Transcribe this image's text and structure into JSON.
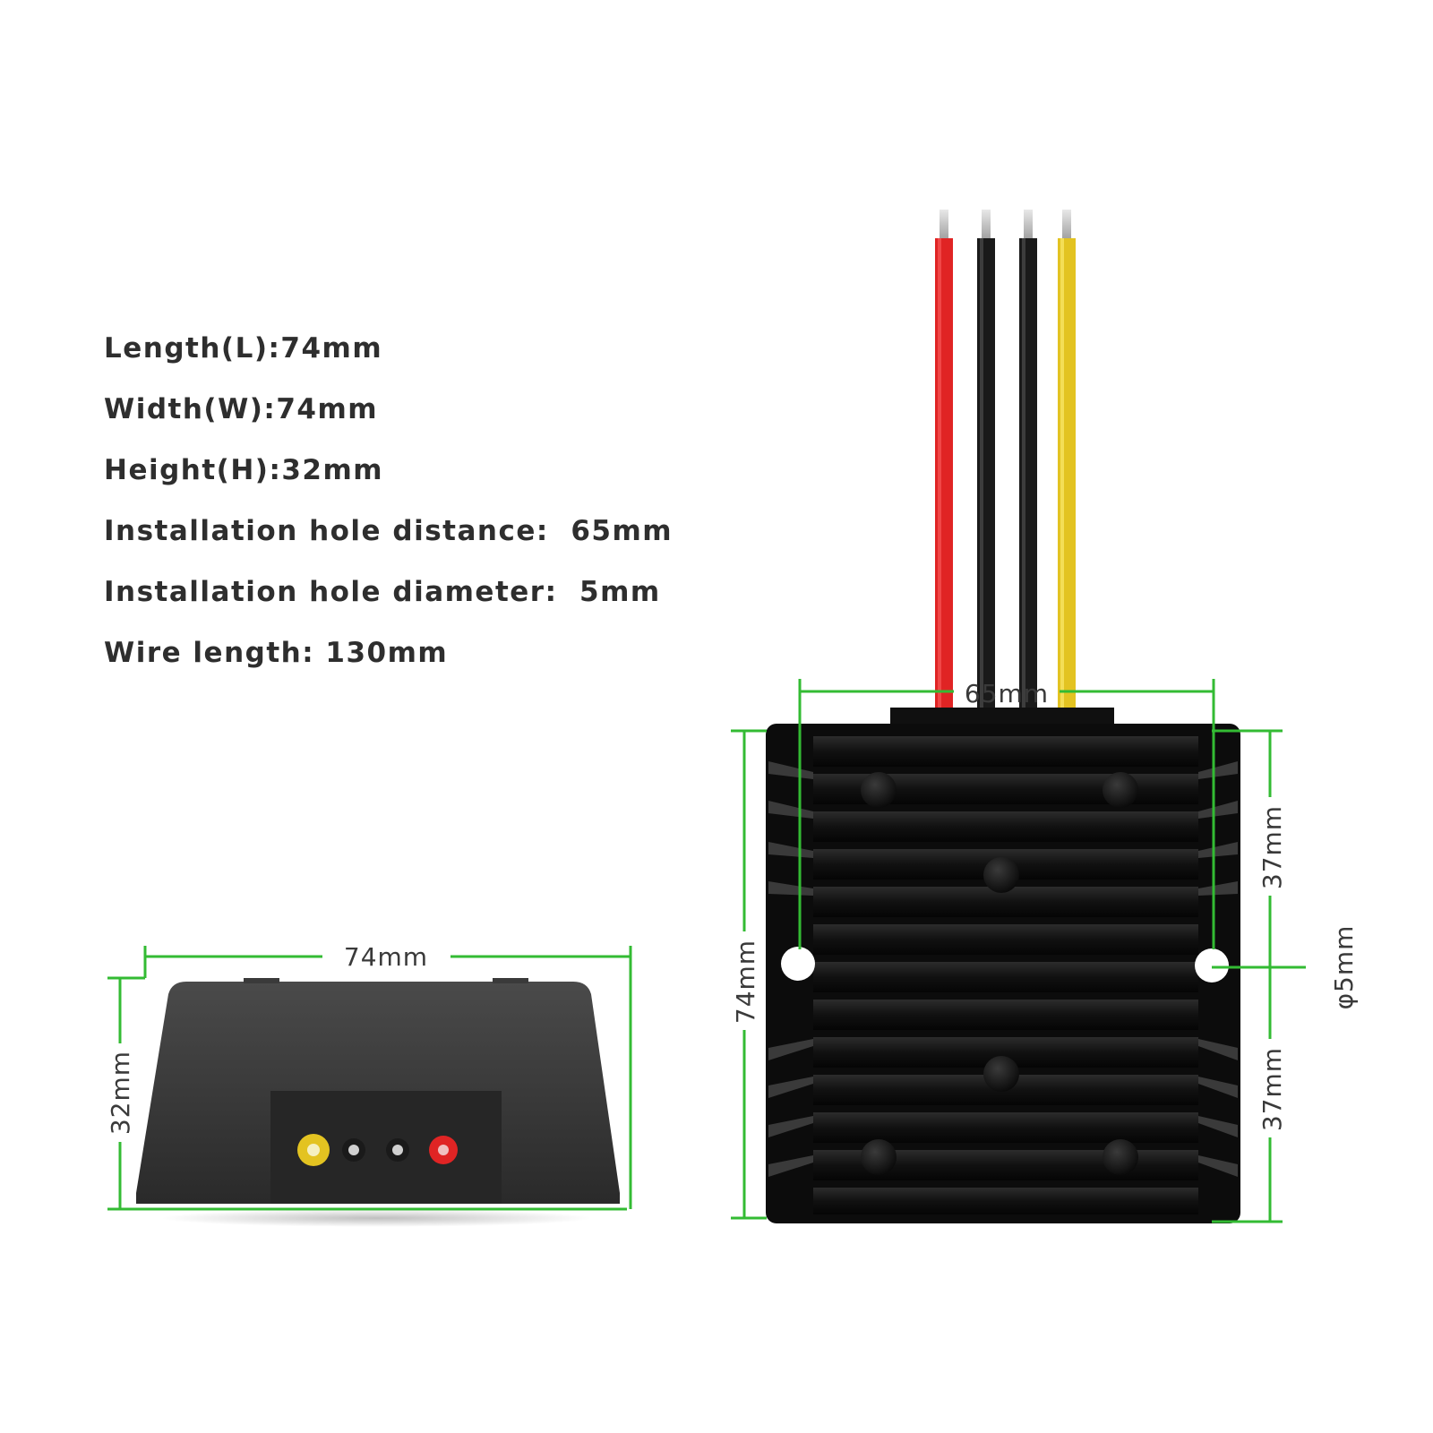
{
  "specs": [
    "Length(L):74mm",
    "Width(W):74mm",
    "Height(H):32mm",
    "Installation hole distance:  65mm",
    "Installation hole diameter:  5mm",
    "Wire length: 130mm"
  ],
  "dimensions": {
    "side_width": "74mm",
    "side_height": "32mm",
    "hole_distance": "65mm",
    "top_length": "74mm",
    "upper_half": "37mm",
    "lower_half": "37mm",
    "hole_diameter": "φ5mm"
  },
  "colors": {
    "dimension_line": "#33bb33",
    "body": "#141414",
    "wire_red": "#e02424",
    "wire_black": "#1a1a1a",
    "wire_yellow": "#e3c321"
  }
}
